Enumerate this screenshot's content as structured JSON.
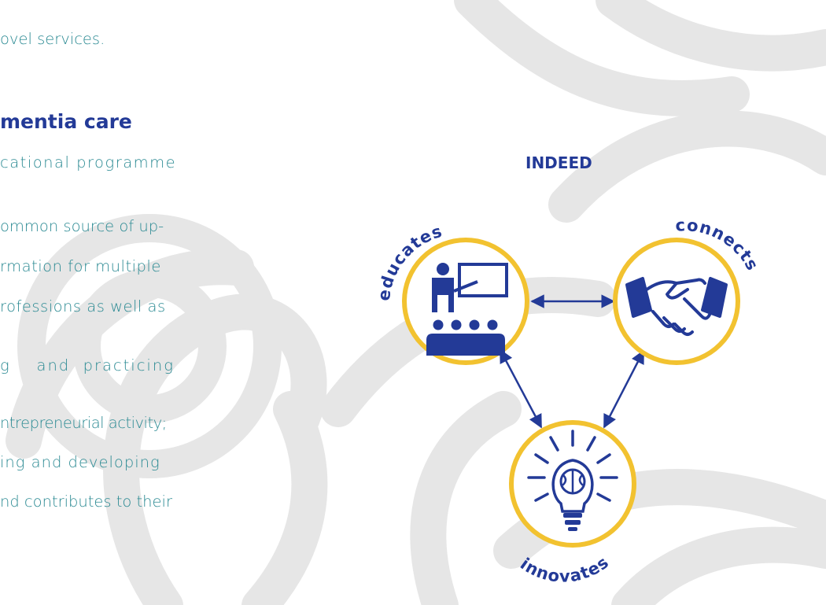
{
  "text_lines": [
    "ovel services.",
    "cational programme",
    "ommon source of up-",
    "rmation for multiple",
    "rofessions as well as",
    "g    and  practicing",
    "ntrepreneurial activity;",
    "ing and developing",
    "nd contributes to their"
  ],
  "heading": "mentia care",
  "diagram": {
    "title": "INDEED",
    "nodes": {
      "educates": "educates",
      "connects": "connects",
      "innovates": "innovates"
    }
  },
  "colors": {
    "navy": "#233a97",
    "teal": "#2b8a93",
    "ring": "#f2c230",
    "swirl": "#e6e6e6"
  },
  "icons": [
    "teacher-classroom-icon",
    "handshake-icon",
    "lightbulb-brain-icon"
  ]
}
